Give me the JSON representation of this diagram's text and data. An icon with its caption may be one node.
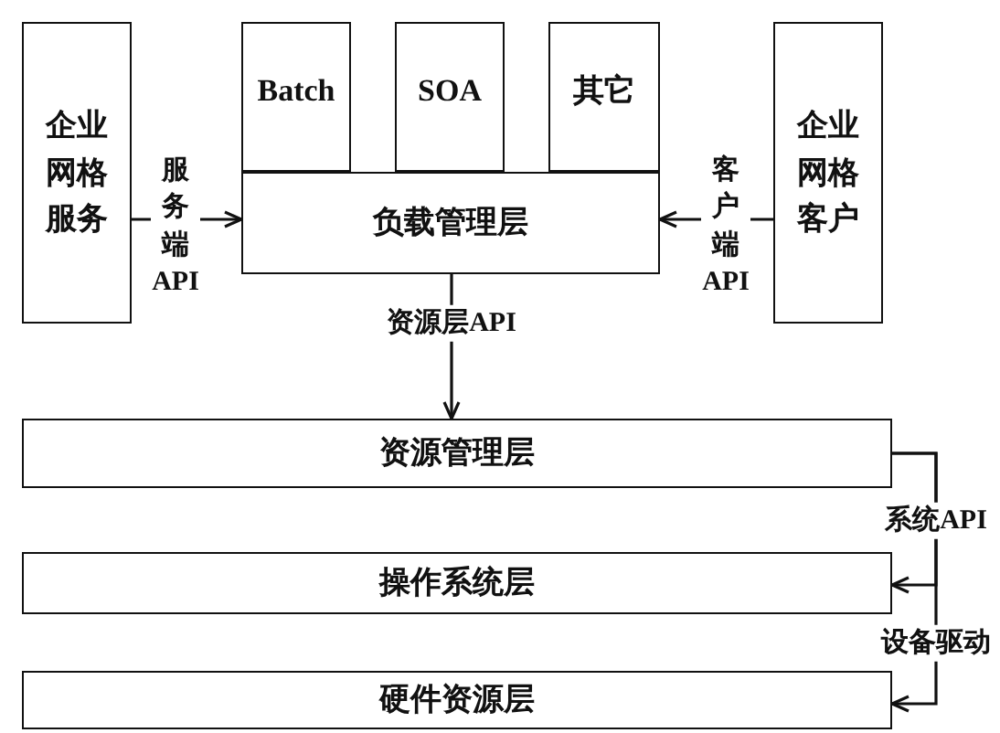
{
  "diagram": {
    "nodes": [
      {
        "text": [
          "企业网格服务"
        ]
      },
      {
        "text": [
          "Batch"
        ]
      },
      {
        "text": [
          "SOA"
        ]
      },
      {
        "text": [
          "其它"
        ]
      },
      {
        "text": [
          "负载管理层"
        ]
      },
      {
        "text": [
          "企业网格客户"
        ]
      },
      {
        "text": [
          "资源管理层"
        ]
      },
      {
        "text": [
          "操作系统层"
        ]
      },
      {
        "text": [
          "硬件资源层"
        ]
      }
    ],
    "edges": [
      {
        "from": 0,
        "to": 4,
        "arrow": "to",
        "label": "服务端API"
      },
      {
        "from": 5,
        "to": 4,
        "arrow": "to",
        "label": "客户端API"
      },
      {
        "from": 4,
        "to": 6,
        "arrow": "to",
        "label": "资源层API"
      },
      {
        "from": 6,
        "to": 7,
        "arrow": "to",
        "label": "系统API"
      },
      {
        "from": 6,
        "to": 8,
        "arrow": "to",
        "label": "设备驱动"
      }
    ]
  }
}
